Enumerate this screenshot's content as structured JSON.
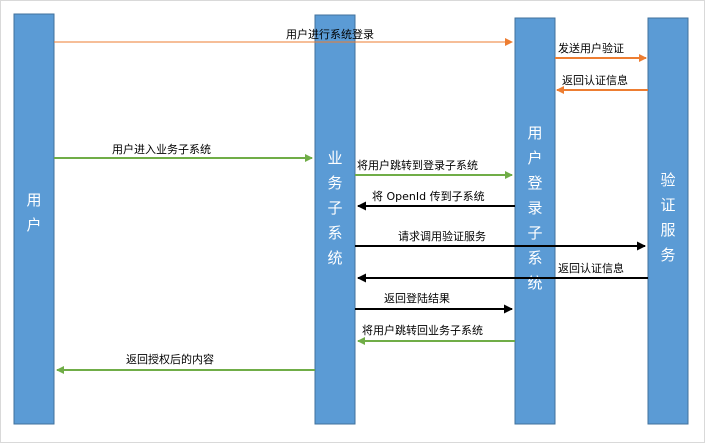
{
  "diagram": {
    "lanes": [
      {
        "id": "user",
        "label": "用户"
      },
      {
        "id": "biz",
        "label": "业务子系统"
      },
      {
        "id": "login",
        "label": "用户登录子系统"
      },
      {
        "id": "auth",
        "label": "验证服务"
      }
    ],
    "messages": [
      {
        "id": "m1",
        "text": "用户进行系统登录"
      },
      {
        "id": "m2",
        "text": "发送用户验证"
      },
      {
        "id": "m3",
        "text": "返回认证信息"
      },
      {
        "id": "m4",
        "text": "用户进入业务子系统"
      },
      {
        "id": "m5",
        "text": "将用户跳转到登录子系统"
      },
      {
        "id": "m6",
        "text": "将 OpenId 传到子系统"
      },
      {
        "id": "m7",
        "text": "请求调用验证服务"
      },
      {
        "id": "m8",
        "text": "返回认证信息"
      },
      {
        "id": "m9",
        "text": "返回登陆结果"
      },
      {
        "id": "m10",
        "text": "将用户跳转回业务子系统"
      },
      {
        "id": "m11",
        "text": "返回授权后的内容"
      }
    ],
    "colors": {
      "lane_fill": "#5b9bd5",
      "lane_stroke": "#41719c",
      "orange": "#ed7d31",
      "green": "#70ad47",
      "black": "#000000"
    }
  }
}
